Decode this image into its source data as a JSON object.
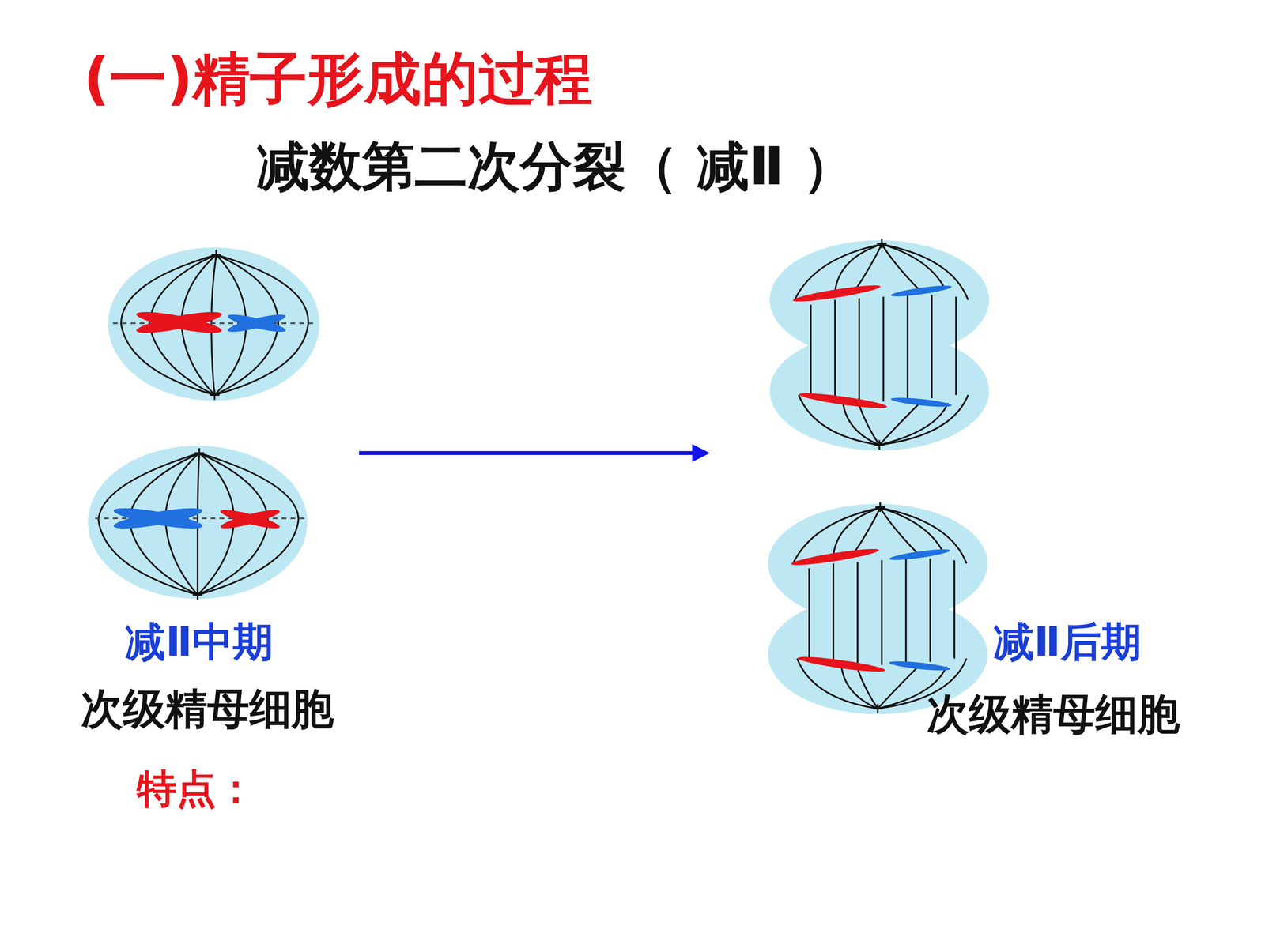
{
  "diagram": {
    "title": "(一)精子形成的过程",
    "labels": [
      "减数第二次分裂（ 减Ⅱ ）",
      "减Ⅱ中期",
      "次级精母细胞",
      "特点：",
      "减Ⅱ后期",
      "次级精母细胞"
    ]
  }
}
